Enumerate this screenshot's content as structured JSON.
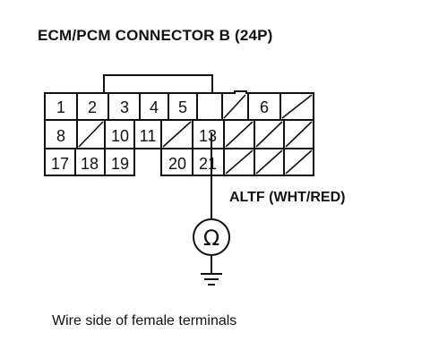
{
  "title": "ECM/PCM CONNECTOR B (24P)",
  "wire_label": "ALTF (WHT/RED)",
  "caption": "Wire side of female terminals",
  "meter_symbol": "Ω",
  "connector": {
    "row1": [
      "1",
      "2",
      "3",
      "4",
      "5",
      "",
      "6",
      ""
    ],
    "row2": [
      "8",
      "",
      "10",
      "11",
      "",
      "13",
      "",
      ""
    ],
    "row3": [
      "17",
      "18",
      "19",
      "",
      "20",
      "21",
      "",
      ""
    ]
  }
}
